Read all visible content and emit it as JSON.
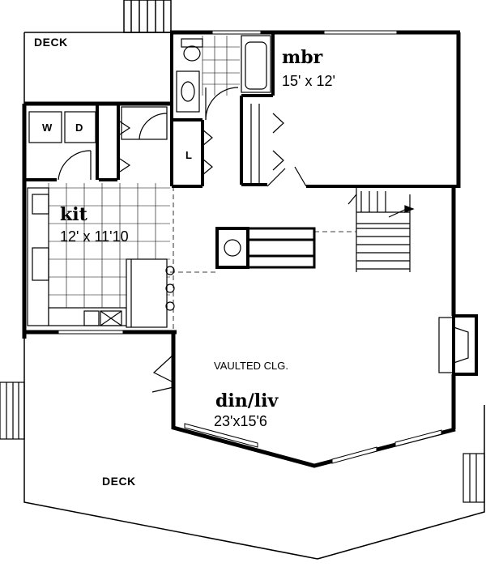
{
  "labels": {
    "deck_top": "DECK",
    "deck_bottom": "DECK",
    "washer": "W",
    "dryer": "D",
    "linen": "L",
    "kitchen_name": "kit",
    "kitchen_dims": "12' x 11'10",
    "mbr_name": "mbr",
    "mbr_dims": "15' x 12'",
    "vaulted": "VAULTED CLG.",
    "din_liv_name": "din/liv",
    "din_liv_dims": "23'x15'6"
  },
  "colors": {
    "line": "#000000",
    "background": "#ffffff"
  }
}
